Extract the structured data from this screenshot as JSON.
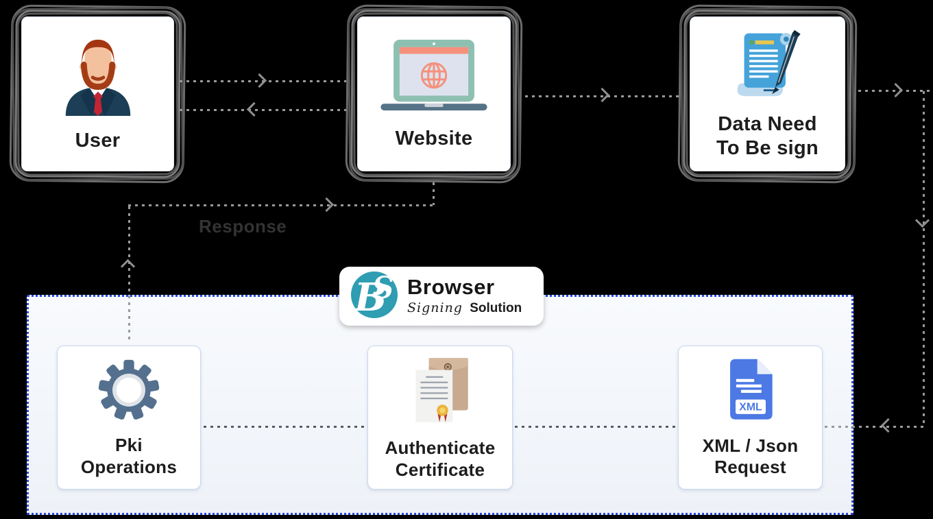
{
  "page": {
    "background": "#000000"
  },
  "palette": {
    "container_border_blue": "#2946d8",
    "container_background": "#f4f7fb",
    "connector_gray_on_black": "#9a9a9a",
    "connector_gray_on_light": "#595d63",
    "frame_gray": "#5a5a5a",
    "card_white": "#ffffff",
    "label_dark": "#1d1d1d",
    "logo_teal": "#2f9db2"
  },
  "top_row": {
    "user": {
      "label": "User"
    },
    "website": {
      "label": "Website"
    },
    "data_to_sign": {
      "label_line1": "Data Need",
      "label_line2": "To Be sign"
    }
  },
  "flow_labels": {
    "response": "Response"
  },
  "badge": {
    "logo_b": "B",
    "logo_s": "S",
    "title": "Browser",
    "script_word": "Signing",
    "bold_word": "Solution"
  },
  "solution_row": {
    "pki": {
      "label_line1": "Pki",
      "label_line2": "Operations"
    },
    "authenticate": {
      "label_line1": "Authenticate",
      "label_line2": "Certificate"
    },
    "xml_request": {
      "label_line1": "XML / Json",
      "label_line2": "Request",
      "file_badge": "XML"
    }
  },
  "icons": {
    "user": "user-avatar-icon",
    "website": "laptop-globe-icon",
    "data_to_sign": "scroll-pen-icon",
    "pki": "gear-icon",
    "authenticate": "certificate-envelope-icon",
    "xml_request": "xml-file-icon",
    "badge": "bs-logo-icon"
  },
  "connections": [
    {
      "from": "User",
      "to": "Website",
      "style": "dotted",
      "direction": "right"
    },
    {
      "from": "Website",
      "to": "User",
      "style": "dotted",
      "direction": "left"
    },
    {
      "from": "Website",
      "to": "Data Need To Be sign",
      "style": "dotted",
      "direction": "right"
    },
    {
      "from": "Data Need To Be sign",
      "to": "XML / Json Request",
      "style": "dotted",
      "direction": "right-down-left"
    },
    {
      "from": "XML / Json Request",
      "to": "Authenticate Certificate",
      "style": "dotted",
      "direction": "left"
    },
    {
      "from": "Authenticate Certificate",
      "to": "Pki Operations",
      "style": "dotted",
      "direction": "left"
    },
    {
      "from": "Pki Operations",
      "to": "Website",
      "style": "dotted",
      "direction": "up-right",
      "label": "Response"
    }
  ]
}
